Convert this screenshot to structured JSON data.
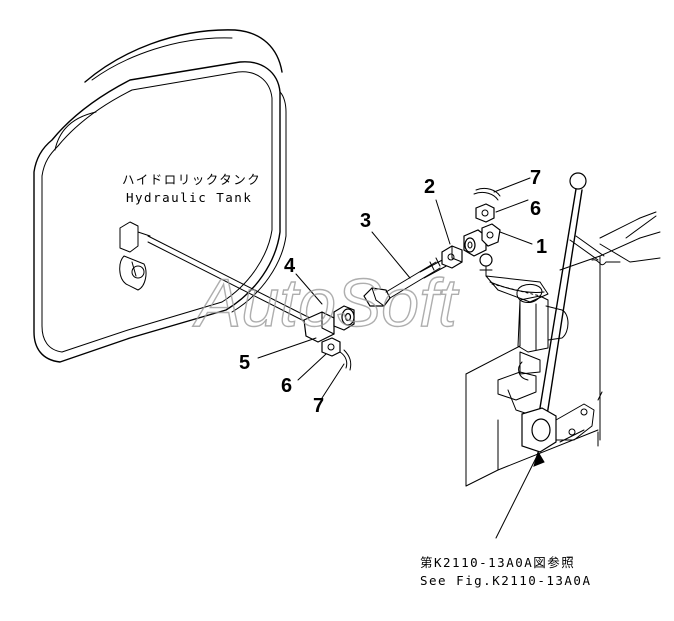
{
  "tank_label": {
    "jp": "ハイドロリックタンク",
    "en": "Hydraulic Tank"
  },
  "callouts": {
    "part1": "1",
    "part2": "2",
    "part3": "3",
    "part4": "4",
    "part5": "5",
    "part6a": "6",
    "part6b": "6",
    "part7a": "7",
    "part7b": "7"
  },
  "reference": {
    "jp": "第K2110-13A0A図参照",
    "en": "See Fig.K2110-13A0A"
  },
  "watermark": "AutoSoft"
}
